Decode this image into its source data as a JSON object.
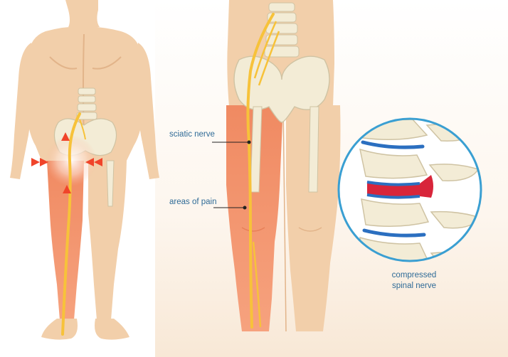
{
  "labels": {
    "sciatic_nerve": "sciatic nerve",
    "areas_of_pain": "areas of pain",
    "compressed_line1": "compressed",
    "compressed_line2": "spinal nerve"
  },
  "colors": {
    "skin": "#f2cfaa",
    "skin_shadow": "#e2b48a",
    "pain_red": "#ef6a48",
    "nerve_yellow": "#f7c23a",
    "bone": "#f3ecd6",
    "bone_shadow": "#cfc3a3",
    "disc_blue": "#2b6fc0",
    "herniation_red": "#d8253a",
    "callout_ring": "#3a9fd2",
    "label_text": "#2f6b97",
    "arrow_red": "#f0442a"
  },
  "icons": [
    "pain-arrow-icon"
  ]
}
